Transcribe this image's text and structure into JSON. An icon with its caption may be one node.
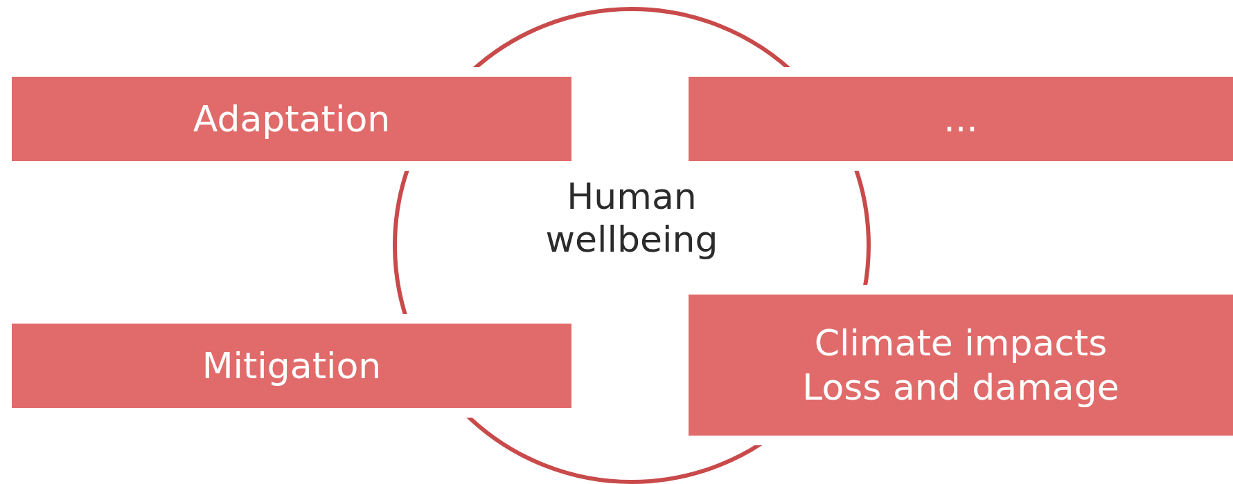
{
  "diagram": {
    "nodes": [
      {
        "text": [
          "Adaptation"
        ]
      },
      {
        "text": [
          "..."
        ]
      },
      {
        "text": [
          "Human wellbeing"
        ]
      },
      {
        "text": [
          "Mitigation"
        ]
      },
      {
        "text": [
          "Climate impacts",
          "Loss and damage"
        ]
      }
    ]
  }
}
